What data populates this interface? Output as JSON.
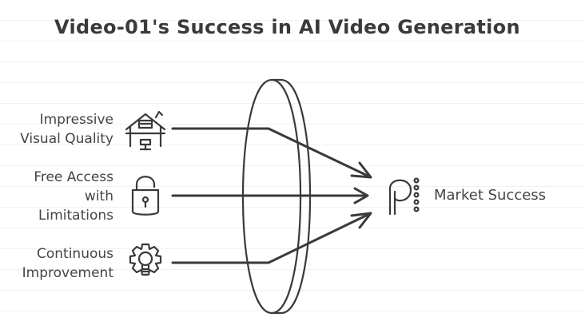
{
  "title": "Video-01's Success in AI Video Generation",
  "inputs": [
    {
      "lines": [
        "Impressive",
        "Visual Quality"
      ],
      "icon": "desk-house-icon"
    },
    {
      "lines": [
        "Free Access",
        "with",
        "Limitations"
      ],
      "icon": "padlock-icon"
    },
    {
      "lines": [
        "Continuous",
        "Improvement"
      ],
      "icon": "gear-bulb-icon"
    }
  ],
  "output": {
    "label": "Market Success",
    "icon": "market-p-icon"
  },
  "colors": {
    "stroke": "#3a3a3a",
    "text": "#444444"
  }
}
